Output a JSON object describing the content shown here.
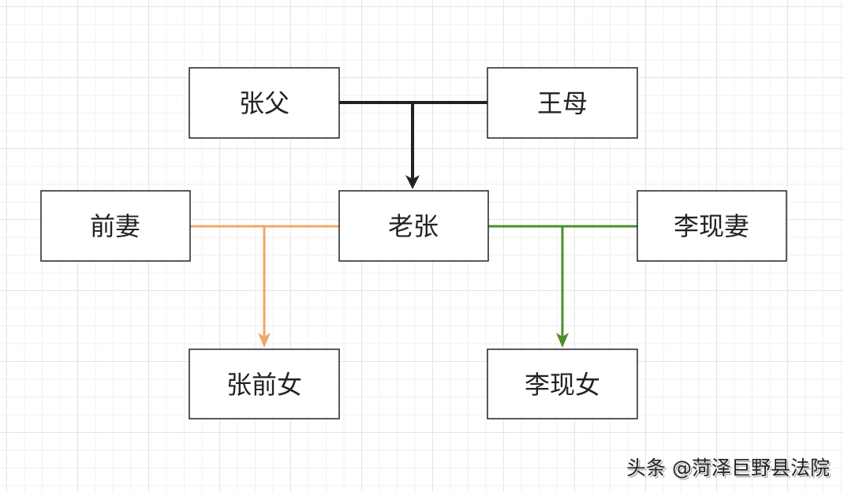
{
  "nodes": {
    "father": "张父",
    "mother": "王母",
    "ex_wife": "前妻",
    "lao_zhang": "老张",
    "current_wife": "李现妻",
    "ex_daughter": "张前女",
    "current_daughter": "李现女"
  },
  "colors": {
    "parents_link": "#222222",
    "ex_marriage_link": "#f0a868",
    "current_marriage_link": "#4a8f2a"
  },
  "watermark": "头条 @菏泽巨野县法院"
}
